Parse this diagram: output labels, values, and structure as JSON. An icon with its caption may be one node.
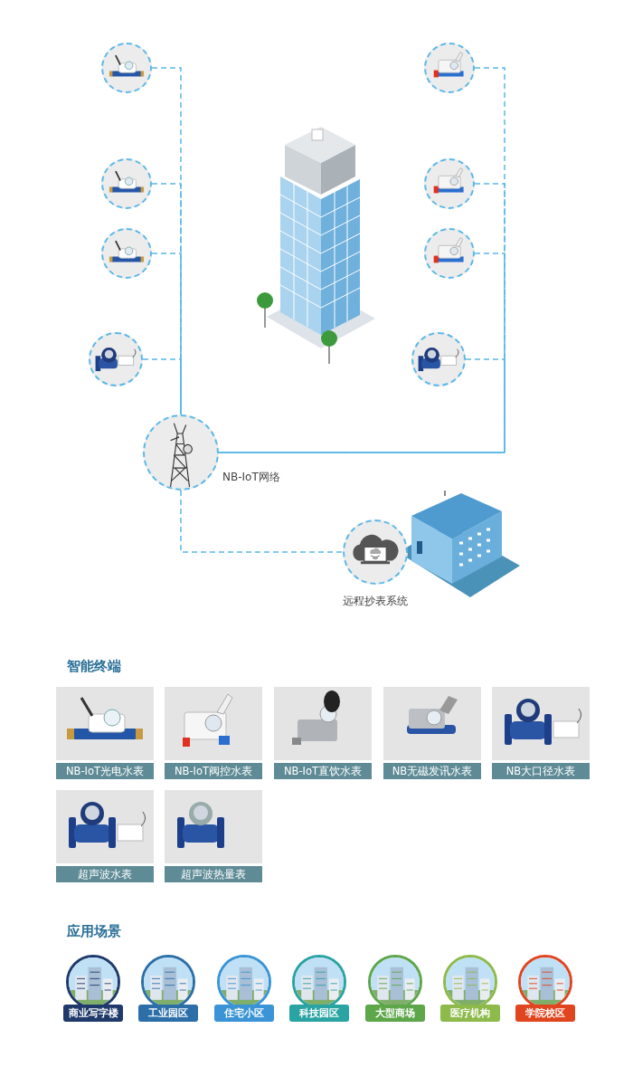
{
  "diagram": {
    "nodes": [
      {
        "text": [],
        "shape": "picture"
      },
      {
        "text": [],
        "shape": "picture"
      },
      {
        "text": [],
        "shape": "picture"
      },
      {
        "text": [],
        "shape": "picture"
      },
      {
        "text": [],
        "shape": "picture"
      },
      {
        "text": [],
        "shape": "picture"
      },
      {
        "text": [],
        "shape": "picture"
      },
      {
        "text": [],
        "shape": "picture"
      },
      {
        "text": [
          "NB-IoT网络"
        ]
      },
      {
        "text": [
          "远程抄表系统"
        ]
      },
      {
        "text": [
          "NB-IoT光电水表"
        ]
      },
      {
        "text": [
          "NB-IoT阀控水表"
        ]
      },
      {
        "text": [
          "NB-IoT直饮水表"
        ]
      },
      {
        "text": [
          "NB无磁发讯水表"
        ]
      },
      {
        "text": [
          "NB大口径水表"
        ]
      },
      {
        "text": [
          "超声波水表"
        ]
      },
      {
        "text": [
          "超声波热量表"
        ]
      },
      {
        "text": [
          "商业写字楼"
        ]
      },
      {
        "text": [
          "工业园区"
        ]
      },
      {
        "text": [
          "住宅小区"
        ]
      },
      {
        "text": [
          "科技园区"
        ]
      },
      {
        "text": [
          "大型商场"
        ]
      },
      {
        "text": [
          "医疗机构"
        ]
      },
      {
        "text": [
          "学院校区"
        ]
      }
    ],
    "edges": [
      {
        "from": 0,
        "to": 8,
        "arrow": "none",
        "style": "dashed"
      },
      {
        "from": 1,
        "to": 8,
        "arrow": "none",
        "style": "dashed"
      },
      {
        "from": 2,
        "to": 8,
        "arrow": "none",
        "style": "dashed"
      },
      {
        "from": 3,
        "to": 8,
        "arrow": "none",
        "style": "dashed"
      },
      {
        "from": 4,
        "to": 8,
        "arrow": "none",
        "style": "dashed"
      },
      {
        "from": 5,
        "to": 8,
        "arrow": "none",
        "style": "dashed"
      },
      {
        "from": 6,
        "to": 8,
        "arrow": "none",
        "style": "dashed"
      },
      {
        "from": 7,
        "to": 8,
        "arrow": "none",
        "style": "dashed"
      },
      {
        "from": 8,
        "to": 9,
        "arrow": "none",
        "style": "dashed"
      }
    ],
    "labels": [
      "智能终端",
      "应用场景"
    ]
  }
}
